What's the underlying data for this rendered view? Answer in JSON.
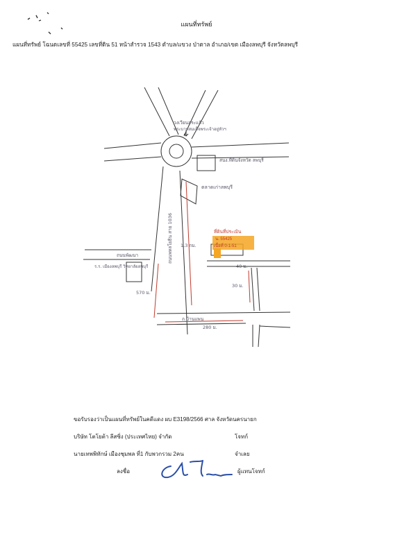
{
  "header": {
    "title": "แผนที่ทรัพย์",
    "subtitle": "แผนที่ทรัพย์ โฉนดเลขที่ 55425 เลขที่ดิน 51  หน้าสำรวจ 1543 ตำบล/แขวง ป่าตาล อำเภอ/เขต เมืองลพบุรี จังหวัดลพบุรี"
  },
  "map": {
    "label_circle": "วงเวียนสระแก้ว",
    "label_roundabout_sub": "พระบาทสมเด็จพระเจ้าอยู่หัวฯ",
    "label_office": "สนง.ที่ดินจังหวัด ลพบุรี",
    "label_market": "ตลาดเก่าลพบุรี",
    "label_road_vertical": "ถนนพหลโยธิน สาย 1036",
    "label_dist_13": "1.3 กม.",
    "label_property": "ที่ดินที่ประเมิน",
    "label_property_deed": "น. 55425",
    "label_property_area": "เนื้อที่ 0-1-51",
    "label_road_left": "ถนนพัฒนา",
    "label_school": "ร.ร. เมืองลพบุรี วิทยาลัยลพบุรี",
    "label_dist_570": "570 ม.",
    "label_dist_40": "40 ม.",
    "label_dist_30": "30 ม.",
    "label_road_bottom": "ถ.บ้านแพน",
    "label_dist_280": "280 ม."
  },
  "declaration": {
    "line1_prefix": "ขอรับรองว่าเป็นแผนที่ทรัพย์ในคดีแดง  ผบ",
    "case_no": "E3198/2566",
    "line1_suffix": "ศาล  จังหวัดนครนายก",
    "plaintiff_name": "บริษัท โตโยต้า ลีสซิ่ง (ประเทศไทย) จำกัด",
    "plaintiff_role": "โจทก์",
    "defendant_name": "นายเทพพิทักษ์ เมืองชุมพล ที่1 กับพวกรวม 2คน",
    "defendant_role": "จำเลย",
    "sign_label": "ลงชื่อ",
    "sign_role": "ผู้แทนโจทก์"
  },
  "colors": {
    "road": "#333333",
    "marker": "#f5a623",
    "dim": "#c0392b",
    "ink": "#2a4fa8"
  }
}
